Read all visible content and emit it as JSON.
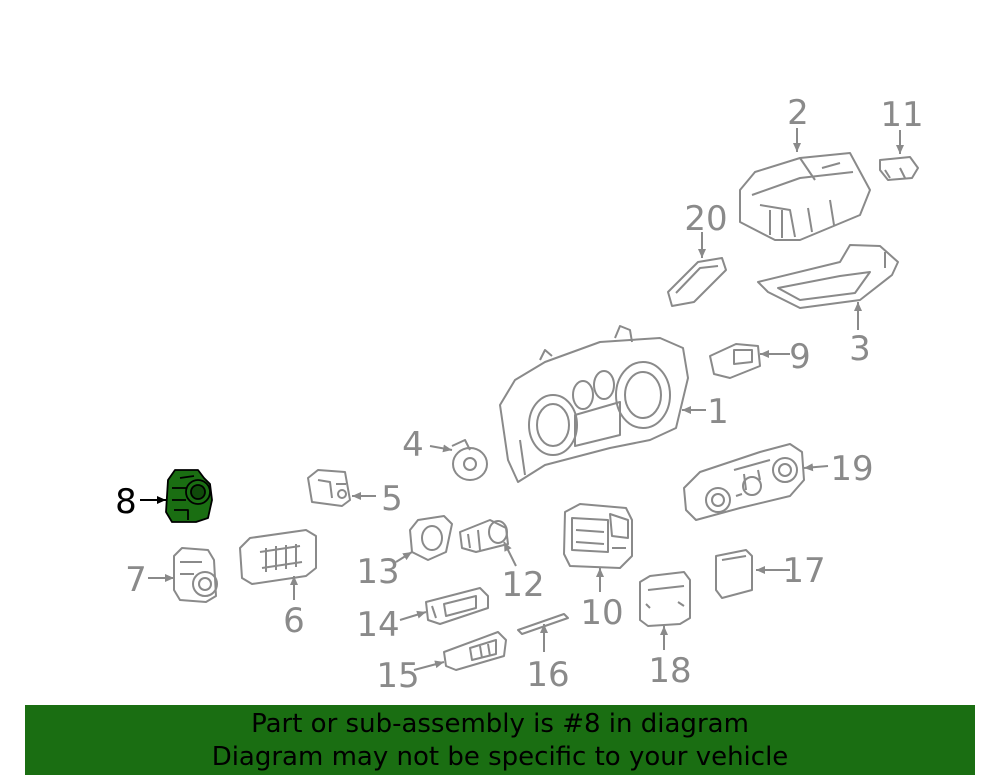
{
  "colors": {
    "line": "#8a8a8a",
    "highlight_fill": "#1a6e12",
    "highlight_stroke": "#000000",
    "banner": "#1a6e12"
  },
  "labels": {
    "p1": "1",
    "p2": "2",
    "p3": "3",
    "p4": "4",
    "p5": "5",
    "p6": "6",
    "p7": "7",
    "p8": "8",
    "p9": "9",
    "p10": "10",
    "p11": "11",
    "p12": "12",
    "p13": "13",
    "p14": "14",
    "p15": "15",
    "p16": "16",
    "p17": "17",
    "p18": "18",
    "p19": "19",
    "p20": "20"
  },
  "highlighted_part": "8",
  "banner": {
    "line1": "Part or sub-assembly is #8 in diagram",
    "line2": "Diagram may not be specific to your vehicle"
  }
}
